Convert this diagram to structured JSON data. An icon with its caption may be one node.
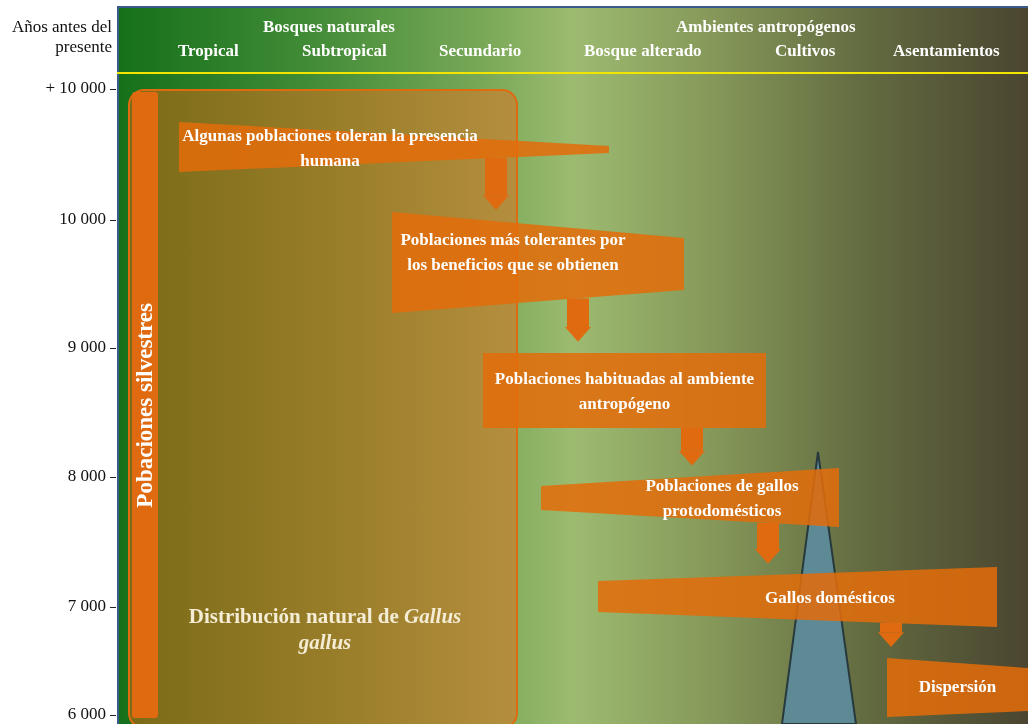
{
  "diagram": {
    "nodes": [
      {
        "text": [
          "Distribución natural de *Gallus gallus*"
        ]
      },
      {
        "text": [
          "Pobaciones silvestres"
        ],
        "in": 0
      },
      {
        "text": [
          "Algunas poblaciones toleran la presencia humana"
        ]
      },
      {
        "text": [
          "Poblaciones más tolerantes por los beneficios que se obtienen"
        ]
      },
      {
        "text": [
          "Poblaciones habituadas al ambiente antropógeno"
        ]
      },
      {
        "text": [
          "Poblaciones de gallos protodomésticos"
        ]
      },
      {
        "text": [
          "Gallos domésticos"
        ]
      },
      {
        "text": [
          "Dispersión"
        ]
      }
    ],
    "edges": [
      {
        "from": 2,
        "to": 3,
        "arrow": "to"
      },
      {
        "from": 3,
        "to": 4,
        "arrow": "to"
      },
      {
        "from": 4,
        "to": 5,
        "arrow": "to"
      },
      {
        "from": 5,
        "to": 6,
        "arrow": "to"
      },
      {
        "from": 6,
        "to": 7,
        "arrow": "to"
      }
    ],
    "labels": [
      "Años antes del presente",
      "Bosques naturales",
      "Ambientes antropógenos",
      "Tropical",
      "Subtropical",
      "Secundario",
      "Bosque alterado",
      "Cultivos",
      "Asentamientos",
      "+ 10 000",
      "10 000",
      "9 000",
      "8 000",
      "7 000",
      "6 000"
    ]
  }
}
